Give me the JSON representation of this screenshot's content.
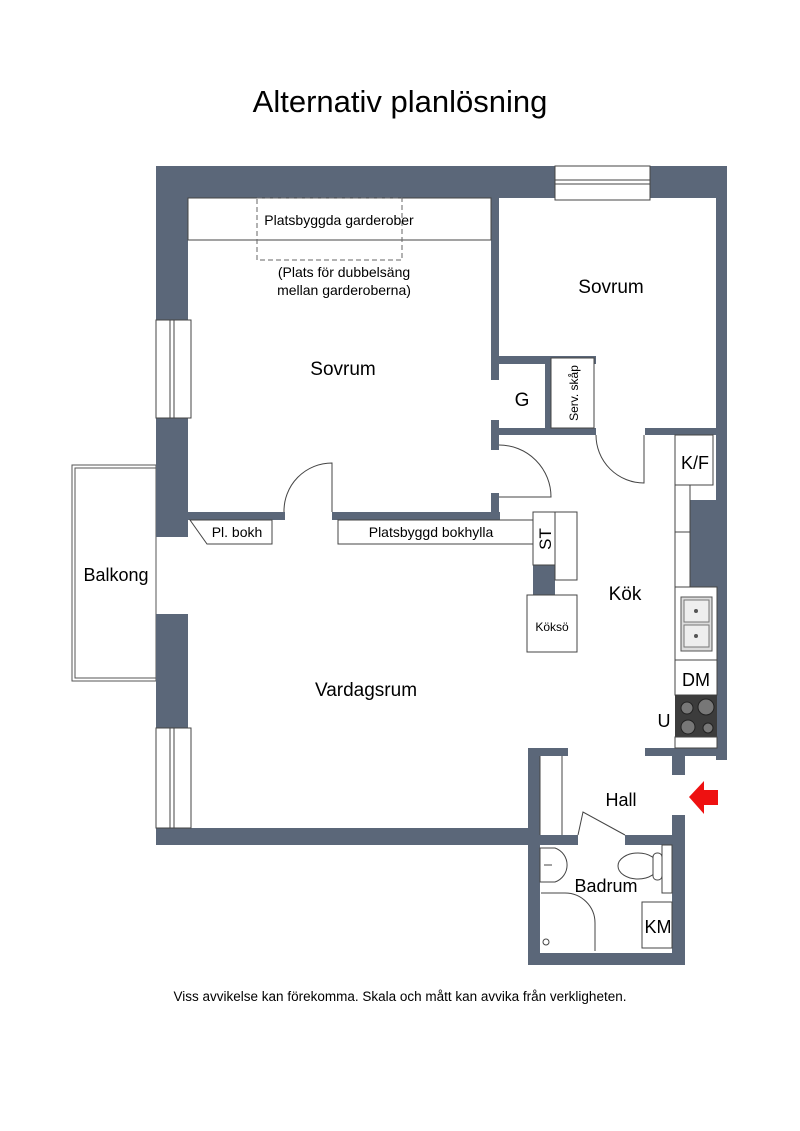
{
  "title": "Alternativ planlösning",
  "footer": "Viss avvikelse kan förekomma. Skala och mått kan avvika från verkligheten.",
  "colors": {
    "wall": "#5b6779",
    "entrance_arrow": "#ee1111",
    "stove": "#3c3c3c"
  },
  "rooms": {
    "bedroom_large": "Sovrum",
    "bedroom_small": "Sovrum",
    "living_room": "Vardagsrum",
    "kitchen": "Kök",
    "hall": "Hall",
    "bathroom": "Badrum",
    "balcony": "Balkong"
  },
  "fixtures": {
    "wardrobes": "Platsbyggda garderober",
    "bed_note_line1": "(Plats för dubbelsäng",
    "bed_note_line2": "mellan garderoberna)",
    "closet": "G",
    "service_cabinet": "Serv. skåp",
    "small_bookshelf": "Pl. bokh",
    "bookshelf": "Platsbyggd bokhylla",
    "storage": "ST",
    "kitchen_island": "Köksö",
    "fridge_freezer": "K/F",
    "dishwasher": "DM",
    "oven": "U",
    "washing_machine": "KM"
  }
}
